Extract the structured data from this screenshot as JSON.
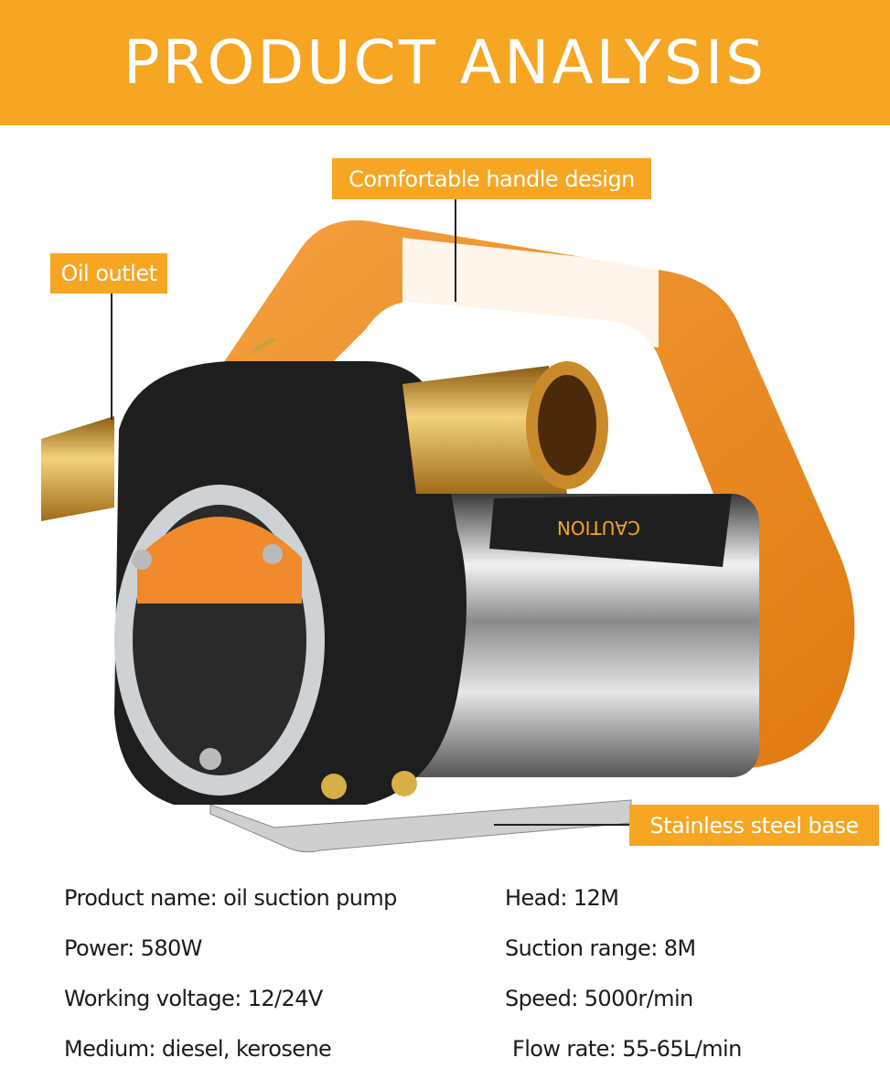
{
  "header": {
    "title": "PRODUCT ANALYSIS"
  },
  "callouts": {
    "handle": "Comfortable handle design",
    "outlet": "Oil outlet",
    "base": "Stainless steel base"
  },
  "product_image": {
    "caution_text": "CAUTION"
  },
  "specs": {
    "left": [
      "Product name: oil suction pump",
      "Power: 580W",
      "Working voltage: 12/24V",
      "Medium: diesel, kerosene"
    ],
    "right": [
      "Head: 12M",
      "Suction range: 8M",
      "Speed: 5000r/min",
      "Flow rate: 55-65L/min"
    ]
  },
  "colors": {
    "accent": "#f6a623",
    "body_dark": "#1e1e1e",
    "brass": "#d4a23a"
  }
}
